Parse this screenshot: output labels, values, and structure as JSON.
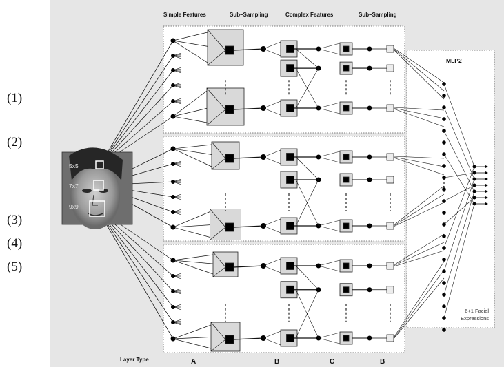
{
  "row_labels": [
    "(1)",
    "(2)",
    "(3)",
    "(4)",
    "(5)"
  ],
  "headers": [
    "Simple Features",
    "Sub–Sampling",
    "Complex Features",
    "Sub–Sampling"
  ],
  "mlp": {
    "title": "MLP2",
    "output_label_line1": "6+1 Facial",
    "output_label_line2": "Expressions"
  },
  "kernels": [
    "5x5",
    "7x7",
    "9x9"
  ],
  "layer_type": {
    "label": "Layer Type",
    "letters": [
      "A",
      "B",
      "C",
      "B"
    ]
  },
  "colors": {
    "background": "#e6e6e6",
    "panel": "#ffffff",
    "feature_map": "#d9d9d9",
    "unit": "#000000"
  }
}
